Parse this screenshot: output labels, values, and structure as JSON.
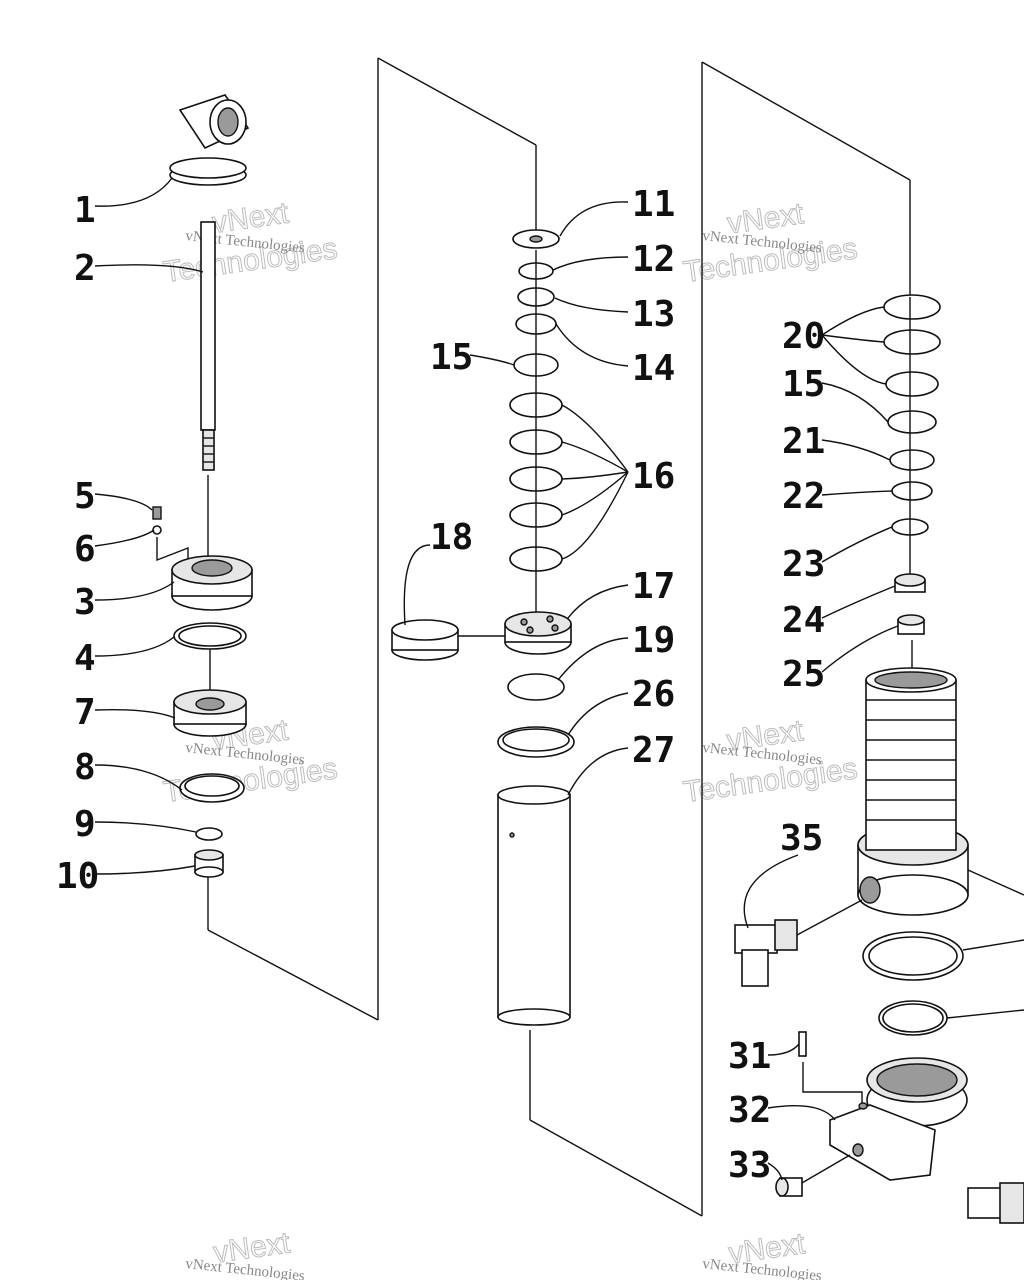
{
  "diagram": {
    "callouts": [
      "1",
      "2",
      "3",
      "4",
      "5",
      "6",
      "7",
      "8",
      "9",
      "10",
      "11",
      "12",
      "13",
      "14",
      "15",
      "16",
      "17",
      "18",
      "19",
      "20",
      "15",
      "21",
      "22",
      "23",
      "24",
      "25",
      "26",
      "27",
      "31",
      "32",
      "33",
      "35"
    ]
  },
  "watermark": {
    "line1": "vNext Technologies",
    "line2": "vNext",
    "line3": "Technologies"
  },
  "colors": {
    "ink": "#111111",
    "watermark": "#bdbdbd"
  }
}
